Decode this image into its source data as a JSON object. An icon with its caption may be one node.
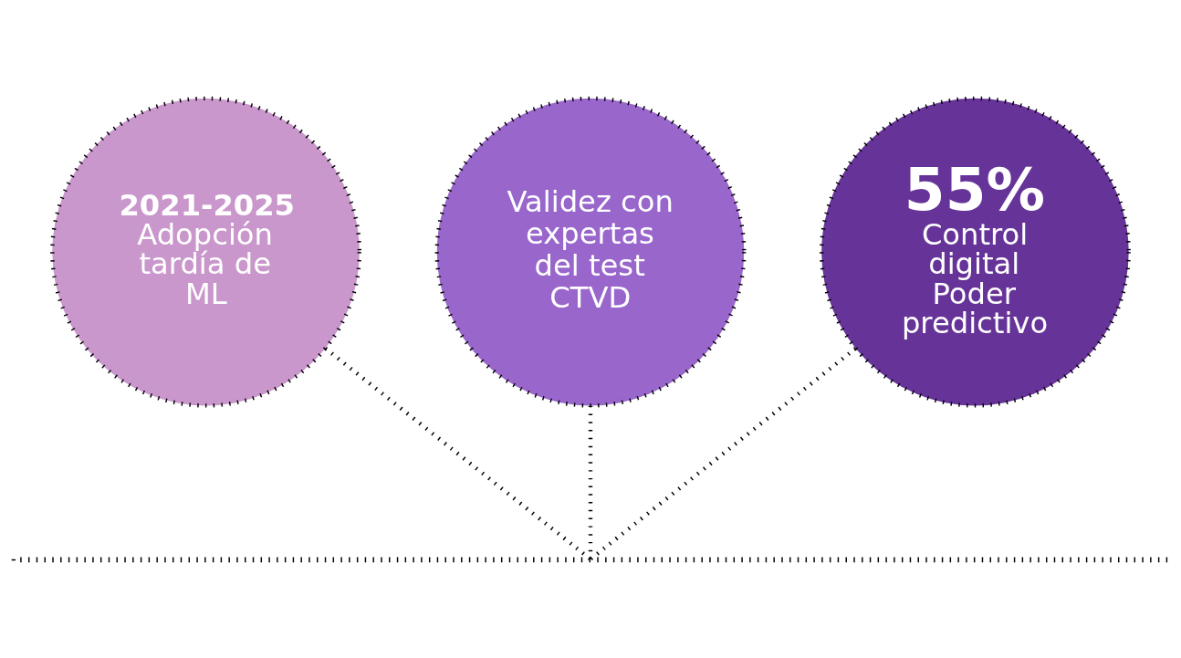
{
  "diagram": {
    "nodes": [
      {
        "text": [
          "2021-2025",
          "Adopción tardía de ML"
        ]
      },
      {
        "text": [
          "Validez con expertas del test CTVD"
        ]
      },
      {
        "text": [
          "55%",
          "Control digital Poder predictivo"
        ]
      },
      {
        "text": [],
        "shape": "bar"
      }
    ],
    "edges": [
      {
        "from": 0,
        "to": 3,
        "arrow": "none",
        "style": "dashed"
      },
      {
        "from": 1,
        "to": 3,
        "arrow": "none",
        "style": "dashed"
      },
      {
        "from": 2,
        "to": 3,
        "arrow": "none",
        "style": "dashed"
      }
    ]
  }
}
